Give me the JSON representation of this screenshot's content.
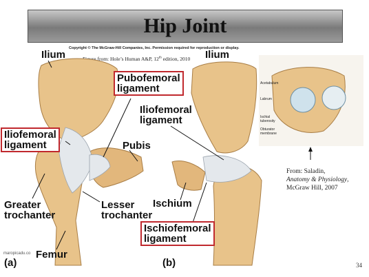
{
  "title": "Hip Joint",
  "copyright": "Copyright © The McGraw-Hill Companies, Inc. Permission required for reproduction or display.",
  "credit": {
    "prefix": "Figure from: Hole’s Human A&P, 12",
    "sup": "th",
    "suffix": " edition, 2010"
  },
  "labels": {
    "ilium_a": "Ilium",
    "pubofemoral_1": "Pubofemoral",
    "pubofemoral_2": "ligament",
    "iliofemoral_a_1": "Iliofemoral",
    "iliofemoral_a_2": "ligament",
    "pubis": "Pubis",
    "greater_1": "Greater",
    "greater_2": "trochanter",
    "lesser_1": "Lesser",
    "lesser_2": "trochanter",
    "femur": "Femur",
    "panel_a": "(a)",
    "ilium_b": "Ilium",
    "iliofemoral_b_1": "Iliofemoral",
    "iliofemoral_b_2": "ligament",
    "ischium": "Ischium",
    "ischiofemoral_1": "Ischiofemoral",
    "ischiofemoral_2": "ligament",
    "panel_b": "(b)"
  },
  "inset_labels": {
    "acetabulum": "Acetabulum",
    "labrum": "Labrum",
    "ischial_1": "Ischial",
    "ischial_2": "tuberosity",
    "obturator_1": "Obturator",
    "obturator_2": "membrane"
  },
  "from_citation": {
    "line1": "From: Saladin,",
    "book": "Anatomy & Physiology",
    "rest": ", McGraw Hill, 2007"
  },
  "page_number": "34",
  "watermark": "maropicadu.co",
  "colors": {
    "highlight_box": "#c0282d",
    "bone": "#e8c38a",
    "bone_shade": "#c99a5a",
    "ligament": "#e4e8ec"
  }
}
